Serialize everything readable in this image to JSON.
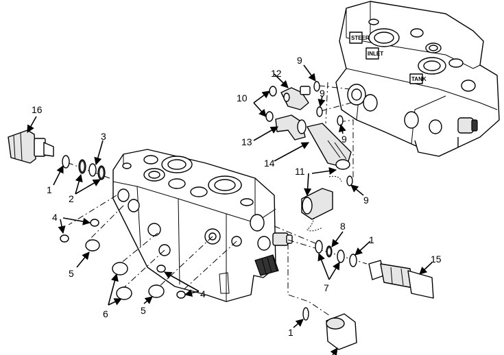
{
  "callouts": {
    "c1a": "1",
    "c1b": "1",
    "c1c": "1",
    "c2": "2",
    "c3": "3",
    "c4a": "4",
    "c4b": "4",
    "c5a": "5",
    "c5b": "5",
    "c6": "6",
    "c7": "7",
    "c8": "8",
    "c9a": "9",
    "c9b": "9",
    "c9c": "9",
    "c9d": "9",
    "c10": "10",
    "c11": "11",
    "c12": "12",
    "c13": "13",
    "c14": "14",
    "c15": "15",
    "c16": "16"
  },
  "stamps": {
    "steer": "STEER",
    "tank": "TANK",
    "inlet": "INLET"
  }
}
